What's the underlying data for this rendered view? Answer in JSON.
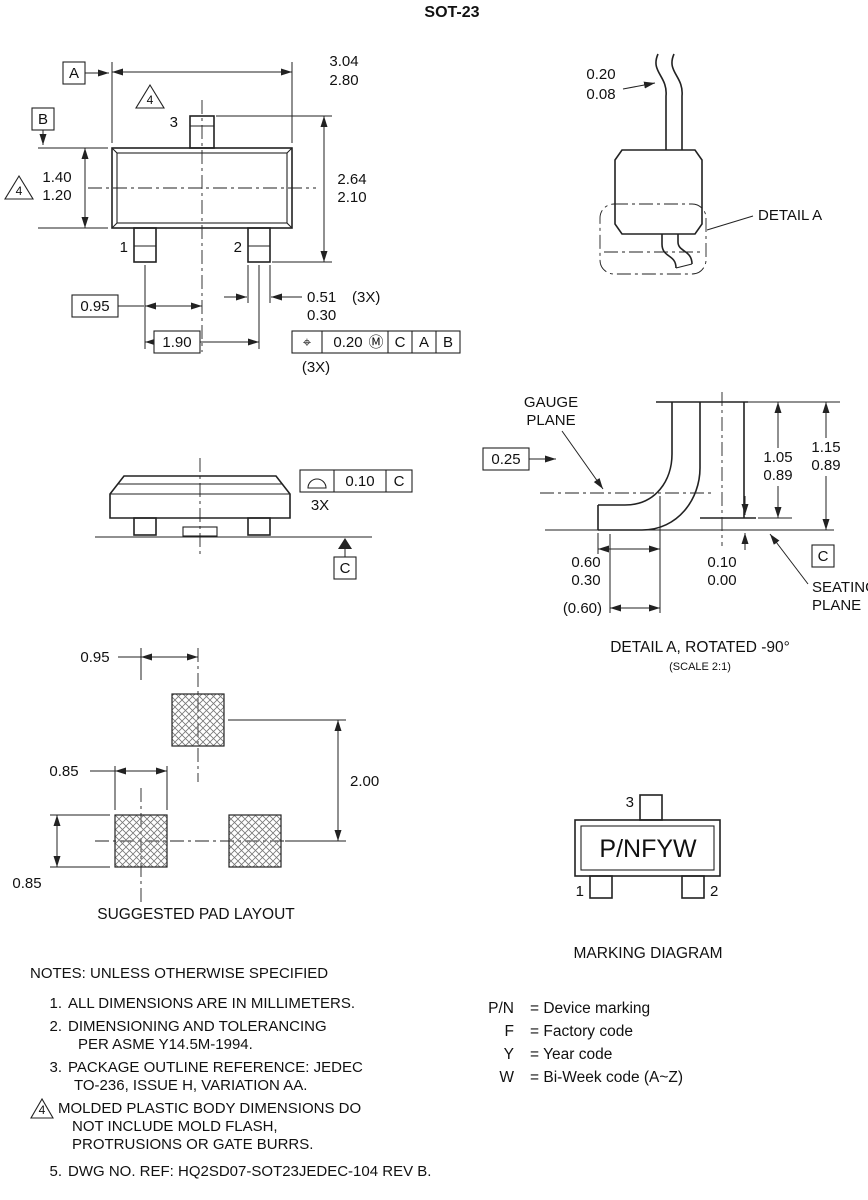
{
  "title": "SOT-23",
  "top_view": {
    "datum_a": "A",
    "datum_b": "B",
    "flag_4": "4",
    "pin_1": "1",
    "pin_2": "2",
    "pin_3": "3",
    "width_max": "3.04",
    "width_min": "2.80",
    "body_max": "1.40",
    "body_min": "1.20",
    "span_max": "2.64",
    "span_min": "2.10",
    "lead_w_max": "0.51",
    "lead_w_min": "0.30",
    "lead_w_qty": "(3X)",
    "pitch": "0.95",
    "span_basic": "1.90",
    "fcf": {
      "sym": "⌖",
      "tol": "0.20",
      "mod": "Ⓜ",
      "datum_1": "C",
      "datum_2": "A",
      "datum_3": "B",
      "qty": "(3X)"
    }
  },
  "detail_a": {
    "thk_max": "0.20",
    "thk_min": "0.08",
    "label": "DETAIL A"
  },
  "side_view": {
    "fcf": {
      "sym_name": "seating-plane-symbol",
      "tol": "0.10",
      "datum": "C"
    },
    "qty": "3X",
    "datum_c": "C"
  },
  "detail_a_rotated": {
    "gauge_line_1": "GAUGE",
    "gauge_line_2": "PLANE",
    "gauge_offset": "0.25",
    "len1_max": "1.05",
    "len1_min": "0.89",
    "len2_max": "1.15",
    "len2_min": "0.89",
    "foot_max": "0.60",
    "foot_min": "0.30",
    "standoff_max": "0.10",
    "standoff_min": "0.00",
    "foot_ref": "(0.60)",
    "datum_c": "C",
    "seating_line_1": "SEATING",
    "seating_line_2": "PLANE",
    "caption": "DETAIL A, ROTATED -90°",
    "scale": "(SCALE 2:1)"
  },
  "pad_layout": {
    "pitch_x": "0.95",
    "pad_w": "0.85",
    "pitch_y": "2.00",
    "pad_h": "0.85",
    "caption": "SUGGESTED PAD LAYOUT"
  },
  "marking": {
    "code": "P/NFYW",
    "pin_1": "1",
    "pin_2": "2",
    "pin_3": "3",
    "caption": "MARKING DIAGRAM",
    "legend": [
      {
        "code": "P/N",
        "desc": "= Device marking"
      },
      {
        "code": "F",
        "desc": "= Factory code"
      },
      {
        "code": "Y",
        "desc": "= Year code"
      },
      {
        "code": "W",
        "desc": "= Bi-Week code (A~Z)"
      }
    ]
  },
  "notes": {
    "header": "NOTES: UNLESS OTHERWISE SPECIFIED",
    "items": [
      {
        "num": "1.",
        "lines": [
          "ALL DIMENSIONS ARE IN MILLIMETERS."
        ]
      },
      {
        "num": "2.",
        "lines": [
          "DIMENSIONING AND TOLERANCING",
          "PER ASME Y14.5M-1994."
        ]
      },
      {
        "num": "3.",
        "lines": [
          "PACKAGE OUTLINE REFERENCE: JEDEC",
          "TO-236, ISSUE H, VARIATION AA."
        ]
      },
      {
        "num": "4",
        "flagged": true,
        "lines": [
          "MOLDED PLASTIC BODY DIMENSIONS DO",
          "NOT INCLUDE MOLD FLASH,",
          "PROTRUSIONS OR GATE BURRS."
        ]
      },
      {
        "num": "5.",
        "lines": [
          "DWG NO. REF: HQ2SD07-SOT23JEDEC-104 REV B."
        ]
      }
    ]
  }
}
